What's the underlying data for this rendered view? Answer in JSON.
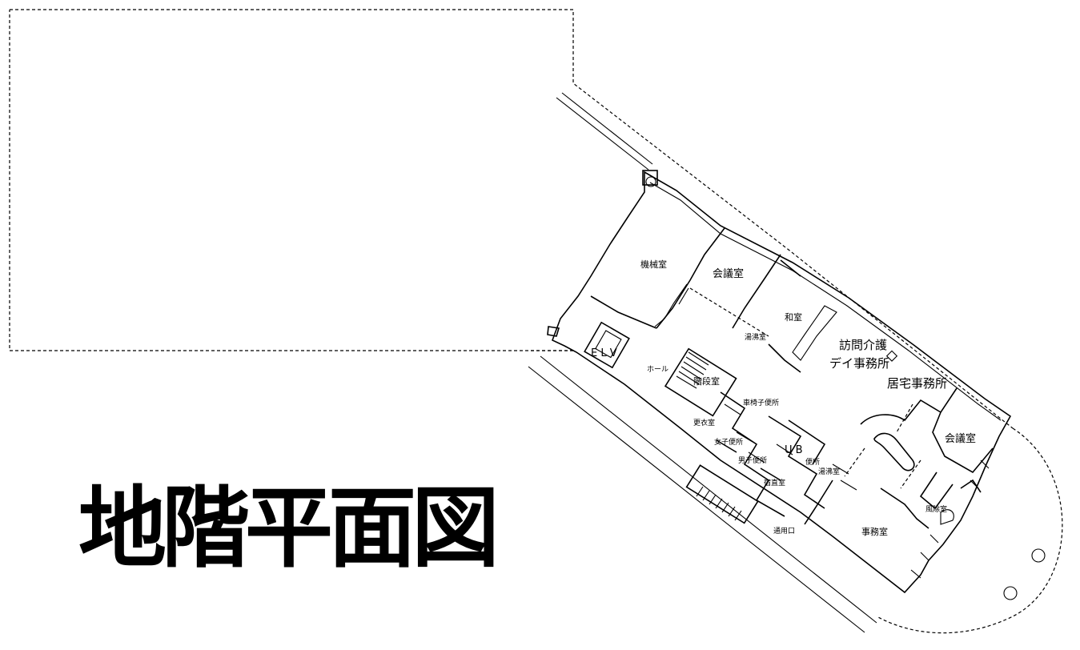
{
  "title": "地階平面図",
  "rooms": {
    "machine_room": "機械室",
    "meeting_room_1": "会議室",
    "japanese_room": "和室",
    "pantry": "湯沸室",
    "elv": "E L V",
    "hall": "ホール",
    "stair_room": "階段室",
    "visit_care": "訪問介護",
    "day_office": "デイ事務所",
    "home_office": "居宅事務所",
    "multi_toilet": "車椅子便所",
    "locker_room": "更衣室",
    "womens_toilet": "女子便所",
    "mens_toilet": "男子便所",
    "ub": "U B",
    "toilet": "便所",
    "pantry_2": "湯沸室",
    "duty_room": "宿直室",
    "meeting_room_2": "会議室",
    "windbreak": "風除室",
    "office": "事務室",
    "service_entrance": "通用口"
  }
}
